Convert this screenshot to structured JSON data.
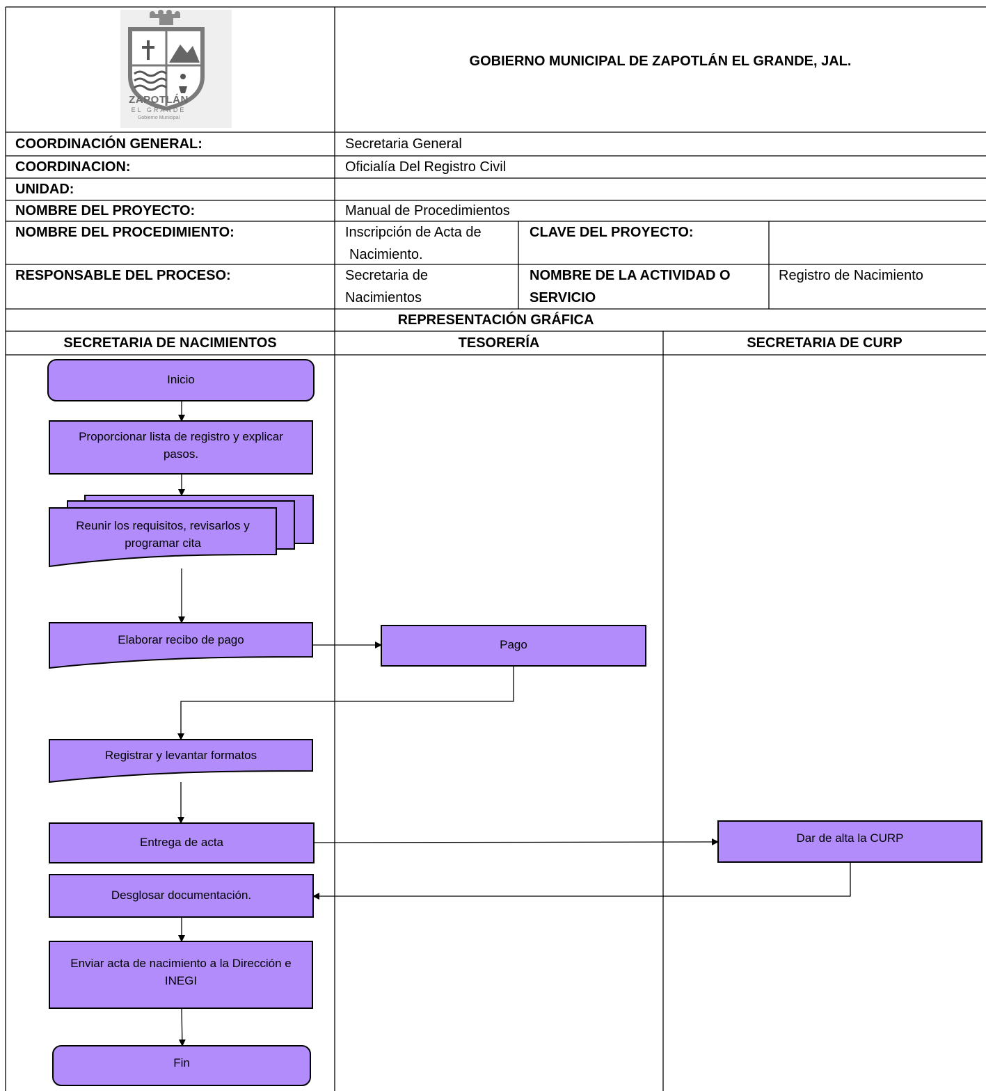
{
  "header": {
    "logo": {
      "icon": "zapotlan-coat-of-arms-logo",
      "wordmark": "ZAPOTLÁN",
      "sub": "EL GRANDE",
      "tagline": "Gobierno Municipal"
    },
    "title": "GOBIERNO MUNICIPAL DE ZAPOTLÁN EL GRANDE, JAL."
  },
  "info": {
    "coordinacion_general": {
      "label": "COORDINACIÓN GENERAL:",
      "value": "Secretaria General"
    },
    "coordinacion": {
      "label": "COORDINACION:",
      "value": "Oficialía Del Registro Civil"
    },
    "unidad": {
      "label": "UNIDAD:",
      "value": ""
    },
    "nombre_proyecto": {
      "label": "NOMBRE DEL PROYECTO:",
      "value": "Manual de Procedimientos"
    },
    "nombre_procedimiento": {
      "label": "NOMBRE DEL PROCEDIMIENTO:",
      "value_line1": "Inscripción de Acta de",
      "value_line2": "Nacimiento."
    },
    "clave_proyecto": {
      "label": "CLAVE DEL PROYECTO:",
      "value": ""
    },
    "responsable": {
      "label": "RESPONSABLE DEL PROCESO:",
      "value_line1": "Secretaria de",
      "value_line2": "Nacimientos"
    },
    "actividad": {
      "label_line1": "NOMBRE DE LA ACTIVIDAD O",
      "label_line2": "SERVICIO",
      "value": "Registro de Nacimiento"
    }
  },
  "diagram": {
    "title": "REPRESENTACIÓN GRÁFICA",
    "lanes": [
      "SECRETARIA DE NACIMIENTOS",
      "TESORERÍA",
      "SECRETARIA DE CURP"
    ],
    "fill_color": "#b18cfa",
    "stroke_color": "#000000",
    "nodes": {
      "inicio": "Inicio",
      "proporcionar_1": "Proporcionar lista de registro y explicar",
      "proporcionar_2": "pasos.",
      "reunir_1": "Reunir los requisitos, revisarlos y",
      "reunir_2": "programar cita",
      "elaborar": "Elaborar recibo de pago",
      "pago": "Pago",
      "registrar": "Registrar y levantar formatos",
      "entrega": "Entrega de acta",
      "dar_alta": "Dar de alta la CURP",
      "desglosar": "Desglosar documentación.",
      "enviar_1": "Enviar acta de nacimiento a la Dirección e",
      "enviar_2": "INEGI",
      "fin": "Fin"
    }
  }
}
